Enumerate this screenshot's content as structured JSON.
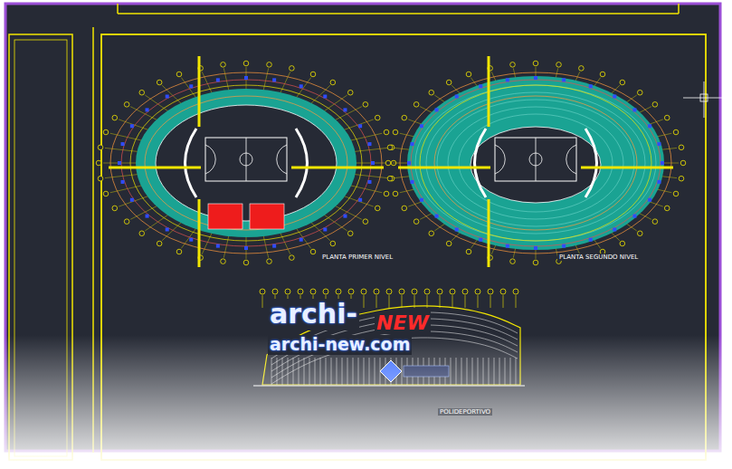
{
  "diagram": {
    "labels": [
      "PLANTA PRIMER NIVEL",
      "PLANTA SEGUNDO NIVEL",
      "POLIDEPORTIVO",
      "archi-",
      "NEW",
      "archi-new.com"
    ]
  }
}
